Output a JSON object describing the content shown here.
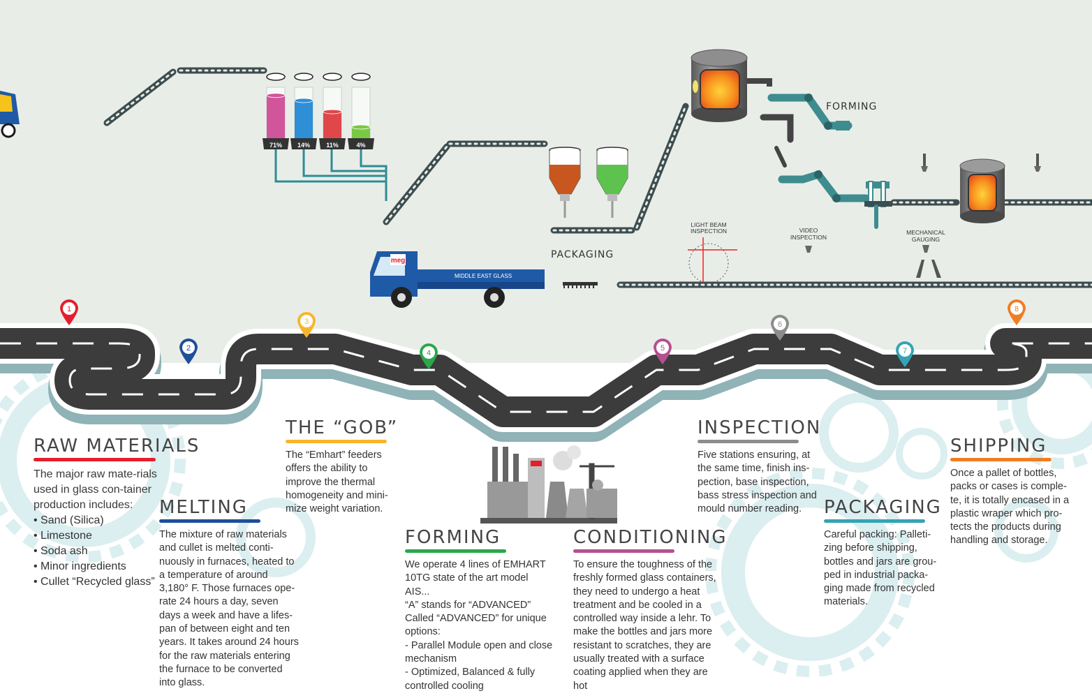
{
  "labels": {
    "forming": "FORMING",
    "packaging": "PACKAGING",
    "light_beam": [
      "LIGHT BEAM",
      "INSPECTION"
    ],
    "video": [
      "VIDEO",
      "INSPECTION"
    ],
    "mechanical": [
      "MECHANICAL",
      "GAUGING"
    ],
    "truck": "MIDDLE EAST GLASS",
    "logo": "meg"
  },
  "silos": [
    {
      "value": "71%",
      "fill": 0.84,
      "color": "#d1559a"
    },
    {
      "value": "14%",
      "fill": 0.74,
      "color": "#2e8fd6"
    },
    {
      "value": "11%",
      "fill": 0.52,
      "color": "#e0474a"
    },
    {
      "value": "4%",
      "fill": 0.22,
      "color": "#7ac943"
    }
  ],
  "markers": [
    {
      "num": "1",
      "color": "#e31e2d"
    },
    {
      "num": "2",
      "color": "#1f4e9b"
    },
    {
      "num": "3",
      "color": "#f7b52c"
    },
    {
      "num": "4",
      "color": "#2aa84a"
    },
    {
      "num": "5",
      "color": "#b5508f"
    },
    {
      "num": "6",
      "color": "#8c8c8c"
    },
    {
      "num": "7",
      "color": "#36a3b5"
    },
    {
      "num": "8",
      "color": "#f07d22"
    }
  ],
  "steps": {
    "raw": {
      "title": "RAW MATERIALS",
      "color": "#e31e2d",
      "intro": "The major raw mate-rials used in glass con-tainer production includes:",
      "items": [
        "• Sand (Silica)",
        "• Limestone",
        "• Soda ash",
        "• Minor ingredients",
        "• Cullet “Recycled glass”"
      ]
    },
    "melting": {
      "title": "MELTING",
      "color": "#1f4e9b",
      "lines": [
        "The mixture of raw materials",
        "and cullet is melted conti-",
        "nuously in furnaces, heated to",
        "a temperature of around",
        "3,180° F. Those furnaces ope-",
        "rate 24 hours a day, seven",
        "days a week and have a lifes-",
        "pan of between eight and ten",
        "years. It takes around 24 hours",
        "for the raw materials entering",
        "the furnace to be converted",
        "into glass."
      ]
    },
    "gob": {
      "title": "THE “GOB”",
      "color": "#f7b52c",
      "lines": [
        "The “Emhart” feeders",
        "offers the ability to",
        "improve the thermal",
        "homogeneity and mini-",
        "mize weight variation."
      ]
    },
    "forming": {
      "title": "FORMING",
      "color": "#2aa84a",
      "lines": [
        "We operate 4 lines of EMHART",
        "10TG state of the art model",
        "AIS...",
        "“A” stands for “ADVANCED”",
        "Called “ADVANCED” for unique",
        "options:",
        "- Parallel Module open and close",
        "mechanism",
        "- Optimized, Balanced & fully",
        "controlled cooling"
      ]
    },
    "conditioning": {
      "title": "CONDITIONING",
      "color": "#b5508f",
      "lines": [
        "To ensure the toughness of the",
        "freshly formed glass containers,",
        "they need to undergo a heat",
        "treatment and be cooled in a",
        "controlled way inside a lehr. To",
        "make the bottles and jars more",
        "resistant to scratches, they are",
        "usually treated with a surface",
        "coating applied when they are",
        "hot"
      ]
    },
    "inspection": {
      "title": "INSPECTION",
      "color": "#8c8c8c",
      "lines": [
        "Five stations ensuring, at",
        "the same time, finish ins-",
        "pection, base inspection,",
        "bass stress inspection and",
        "mould number reading."
      ]
    },
    "packaging": {
      "title": "PACKAGING",
      "color": "#36a3b5",
      "lines": [
        "Careful packing: Palleti-",
        "zing before shipping,",
        "bottles and jars are grou-",
        "ped in industrial packa-",
        "ging made from recycled",
        "materials."
      ]
    },
    "shipping": {
      "title": "SHIPPING",
      "color": "#f07d22",
      "lines": [
        "Once a pallet of bottles,",
        "packs or cases is comple-",
        "te, it is totally encased in a",
        "plastic wraper which pro-",
        "tects the products during",
        "handling and storage."
      ]
    }
  }
}
